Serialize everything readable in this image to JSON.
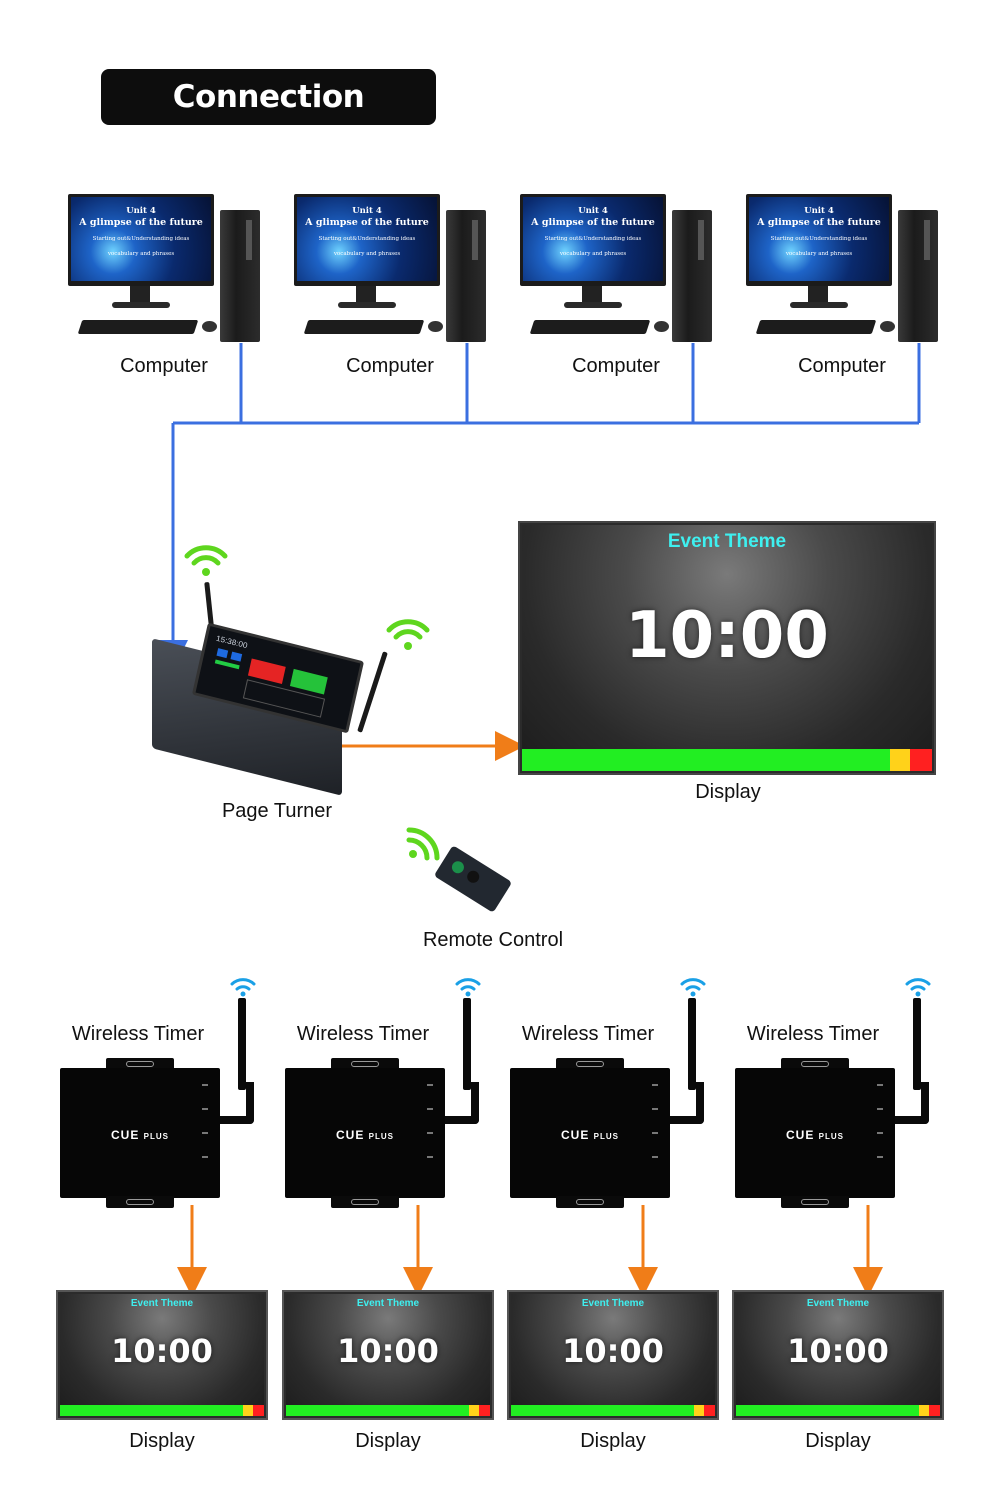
{
  "title": "Connection Diagram",
  "computers": [
    {
      "label": "Computer",
      "slide": {
        "unit": "Unit 4",
        "heading": "A glimpse of the future",
        "sub1": "Starting out&Understanding ideas",
        "sub2": "vocabulary and phrases"
      }
    },
    {
      "label": "Computer",
      "slide": {
        "unit": "Unit 4",
        "heading": "A glimpse of the future",
        "sub1": "Starting out&Understanding ideas",
        "sub2": "vocabulary and phrases"
      }
    },
    {
      "label": "Computer",
      "slide": {
        "unit": "Unit 4",
        "heading": "A glimpse of the future",
        "sub1": "Starting out&Understanding ideas",
        "sub2": "vocabulary and phrases"
      }
    },
    {
      "label": "Computer",
      "slide": {
        "unit": "Unit 4",
        "heading": "A glimpse of the future",
        "sub1": "Starting out&Understanding ideas",
        "sub2": "vocabulary and phrases"
      }
    }
  ],
  "page_turner": {
    "label": "Page Turner",
    "screen_time": "15:38:00"
  },
  "main_display": {
    "label": "Display",
    "theme": "Event Theme",
    "time": "10:00"
  },
  "remote": {
    "label": "Remote Control"
  },
  "timers": [
    {
      "label": "Wireless Timer",
      "brand": "CUE",
      "brand_suffix": "PLUS"
    },
    {
      "label": "Wireless Timer",
      "brand": "CUE",
      "brand_suffix": "PLUS"
    },
    {
      "label": "Wireless Timer",
      "brand": "CUE",
      "brand_suffix": "PLUS"
    },
    {
      "label": "Wireless Timer",
      "brand": "CUE",
      "brand_suffix": "PLUS"
    }
  ],
  "small_displays": [
    {
      "label": "Display",
      "theme": "Event Theme",
      "time": "10:00"
    },
    {
      "label": "Display",
      "theme": "Event Theme",
      "time": "10:00"
    },
    {
      "label": "Display",
      "theme": "Event Theme",
      "time": "10:00"
    },
    {
      "label": "Display",
      "theme": "Event Theme",
      "time": "10:00"
    }
  ],
  "colors": {
    "wired_line": "#3b6fe0",
    "wireless_line": "#f07d18",
    "wifi_green": "#5ed61e",
    "wifi_blue": "#1aa0e6",
    "theme_text": "#3ef0f0"
  }
}
